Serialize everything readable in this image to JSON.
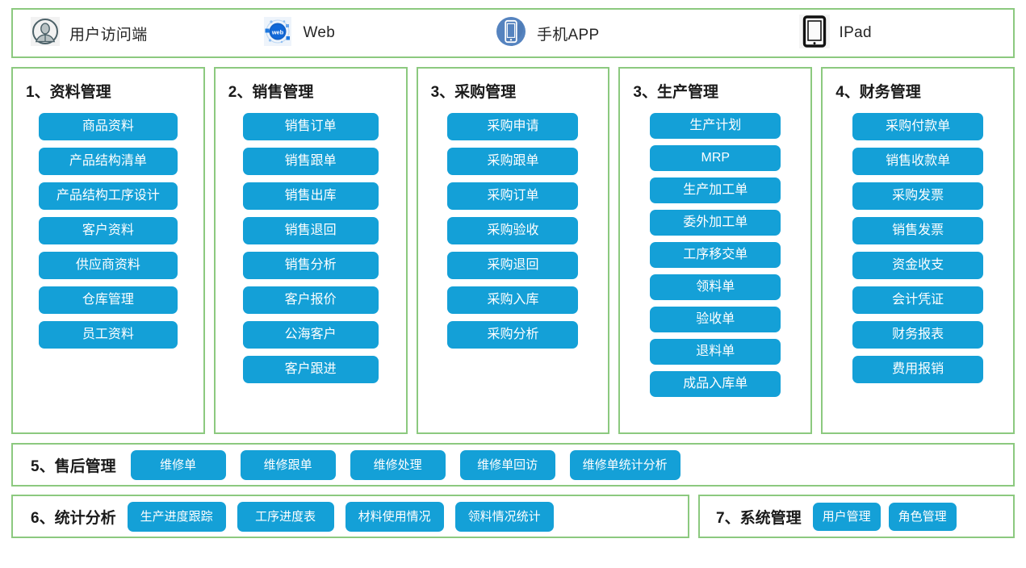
{
  "access_bar": {
    "items": [
      {
        "icon": "user-avatar-icon",
        "label": "用户访问端"
      },
      {
        "icon": "web-globe-icon",
        "label": "Web"
      },
      {
        "icon": "mobile-phone-icon",
        "label": "手机APP"
      },
      {
        "icon": "ipad-tablet-icon",
        "label": "IPad"
      }
    ]
  },
  "colors": {
    "button_blue": "#14A0D7",
    "border_green": "#8CC97F",
    "panel_white": "#FFFFFF",
    "title_black": "#1A1A1A"
  },
  "columns": [
    {
      "title": "1、资料管理",
      "items": [
        "商品资料",
        "产品结构清单",
        "产品结构工序设计",
        "客户资料",
        "供应商资料",
        "仓库管理",
        "员工资料"
      ]
    },
    {
      "title": "2、销售管理",
      "items": [
        "销售订单",
        "销售跟单",
        "销售出库",
        "销售退回",
        "销售分析",
        "客户报价",
        "公海客户",
        "客户跟进"
      ]
    },
    {
      "title": "3、采购管理",
      "items": [
        "采购申请",
        "采购跟单",
        "采购订单",
        "采购验收",
        "采购退回",
        "采购入库",
        "采购分析"
      ]
    },
    {
      "title": "3、生产管理",
      "items": [
        "生产计划",
        "MRP",
        "生产加工单",
        "委外加工单",
        "工序移交单",
        "领料单",
        "验收单",
        "退料单",
        "成品入库单"
      ]
    },
    {
      "title": "4、财务管理",
      "items": [
        "采购付款单",
        "销售收款单",
        "采购发票",
        "销售发票",
        "资金收支",
        "会计凭证",
        "财务报表",
        "费用报销"
      ]
    }
  ],
  "aftersales": {
    "title": "5、售后管理",
    "items": [
      "维修单",
      "维修跟单",
      "维修处理",
      "维修单回访",
      "维修单统计分析"
    ]
  },
  "statistics": {
    "title": "6、统计分析",
    "items": [
      "生产进度跟踪",
      "工序进度表",
      "材料使用情况",
      "领料情况统计"
    ]
  },
  "system": {
    "title": "7、系统管理",
    "items": [
      "用户管理",
      "角色管理"
    ]
  }
}
